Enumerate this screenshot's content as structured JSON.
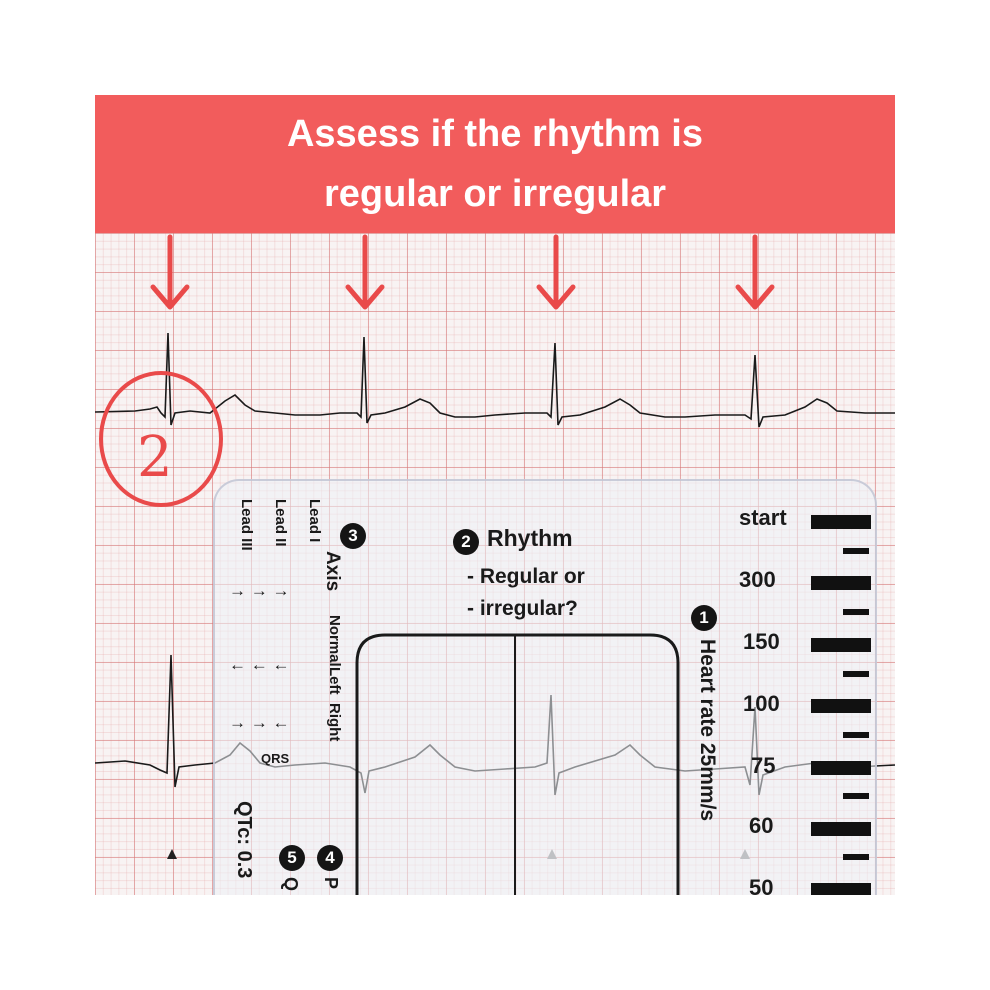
{
  "banner": {
    "line1": "Assess if the rhythm is",
    "line2": "regular or irregular"
  },
  "step_marker": "2",
  "ruler": {
    "axis": {
      "badge": "3",
      "title": "Axis",
      "leads": [
        "Lead I",
        "Lead II",
        "Lead III"
      ],
      "columns": [
        "Normal",
        "Left",
        "Right"
      ],
      "qrs_label": "QRS"
    },
    "rhythm": {
      "badge": "2",
      "title": "Rhythm",
      "line1": "- Regular or",
      "line2": "- irregular?"
    },
    "heart_rate": {
      "badge": "1",
      "title": "Heart rate 25mm/s"
    },
    "bottom": {
      "badge4": "4",
      "badge5": "5",
      "p_fragment": "P",
      "q_fragment": "Q",
      "qtc_fragment": "QTc: 0.3"
    },
    "scale": [
      "start",
      "300",
      "150",
      "100",
      "75",
      "60",
      "50"
    ]
  },
  "colors": {
    "banner": "#f25c5c",
    "arrow": "#e94a4a",
    "grid": "#d67878",
    "trace": "#1a1a1a"
  },
  "icons": [
    "down-arrow-icon",
    "circle-marker-icon",
    "right-arrow-icon",
    "left-arrow-icon",
    "triangle-marker-icon"
  ]
}
